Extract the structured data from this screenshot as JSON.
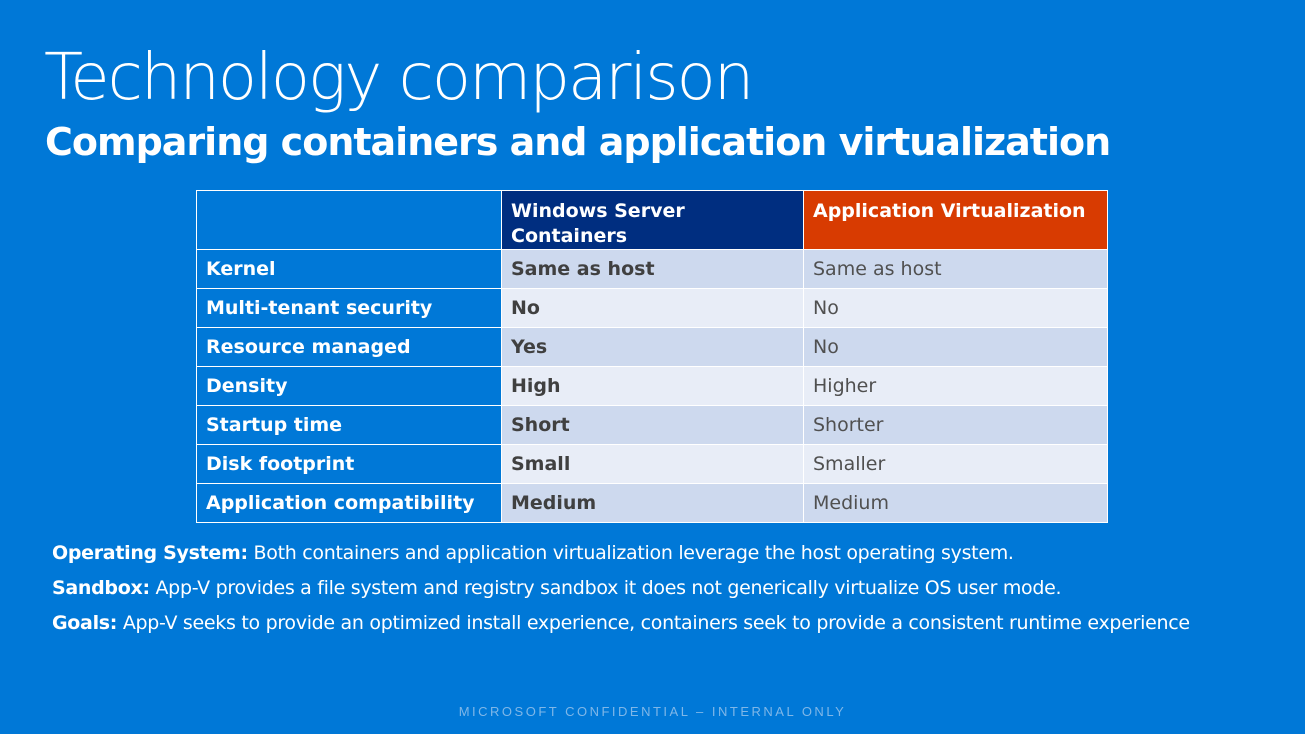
{
  "slide": {
    "title": "Technology comparison",
    "subtitle": "Comparing containers and application virtualization",
    "footer": "MICROSOFT CONFIDENTIAL – INTERNAL ONLY"
  },
  "table": {
    "headers": [
      "",
      "Windows Server Containers",
      "Application Virtualization"
    ],
    "rows": [
      {
        "label": "Kernel",
        "containers": "Same as host",
        "appv": "Same as host"
      },
      {
        "label": "Multi-tenant security",
        "containers": "No",
        "appv": "No"
      },
      {
        "label": "Resource managed",
        "containers": "Yes",
        "appv": "No"
      },
      {
        "label": "Density",
        "containers": "High",
        "appv": "Higher"
      },
      {
        "label": "Startup time",
        "containers": "Short",
        "appv": "Shorter"
      },
      {
        "label": "Disk footprint",
        "containers": "Small",
        "appv": "Smaller"
      },
      {
        "label": "Application compatibility",
        "containers": "Medium",
        "appv": "Medium"
      }
    ]
  },
  "notes": [
    {
      "term": "Operating System:",
      "text": " Both containers and application virtualization leverage the host operating system."
    },
    {
      "term": "Sandbox:",
      "text": " App-V provides a file system and registry sandbox it does not generically virtualize OS user mode."
    },
    {
      "term": "Goals:",
      "text": " App-V seeks to provide an optimized install experience, containers seek to provide a consistent runtime experience"
    }
  ],
  "colors": {
    "background": "#0078d7",
    "containers_header": "#002e80",
    "appv_header": "#d83b01",
    "row_odd": "#cdd9ee",
    "row_even": "#e8edf7"
  }
}
